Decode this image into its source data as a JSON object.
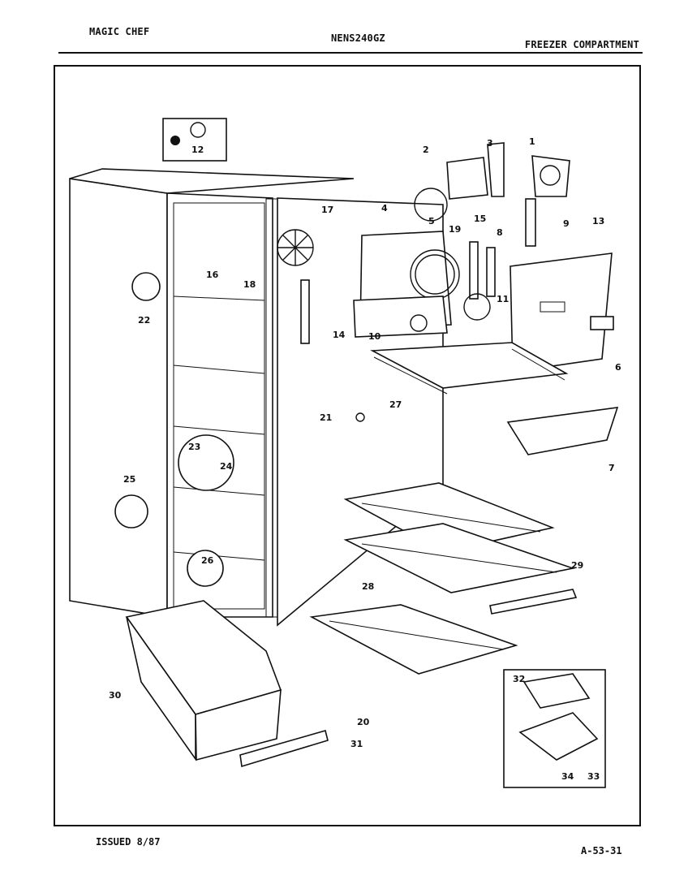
{
  "header": {
    "brand": "MAGIC CHEF",
    "model": "NENS240GZ",
    "section": "FREEZER COMPARTMENT"
  },
  "footer": {
    "issued": "ISSUED 8/87",
    "page_ref": "A-53-31"
  },
  "callouts": [
    "1",
    "2",
    "3",
    "4",
    "5",
    "6",
    "7",
    "8",
    "9",
    "10",
    "11",
    "12",
    "13",
    "14",
    "15",
    "16",
    "17",
    "18",
    "19",
    "20",
    "21",
    "22",
    "23",
    "24",
    "25",
    "26",
    "27",
    "28",
    "29",
    "30",
    "31",
    "32",
    "33",
    "34"
  ]
}
